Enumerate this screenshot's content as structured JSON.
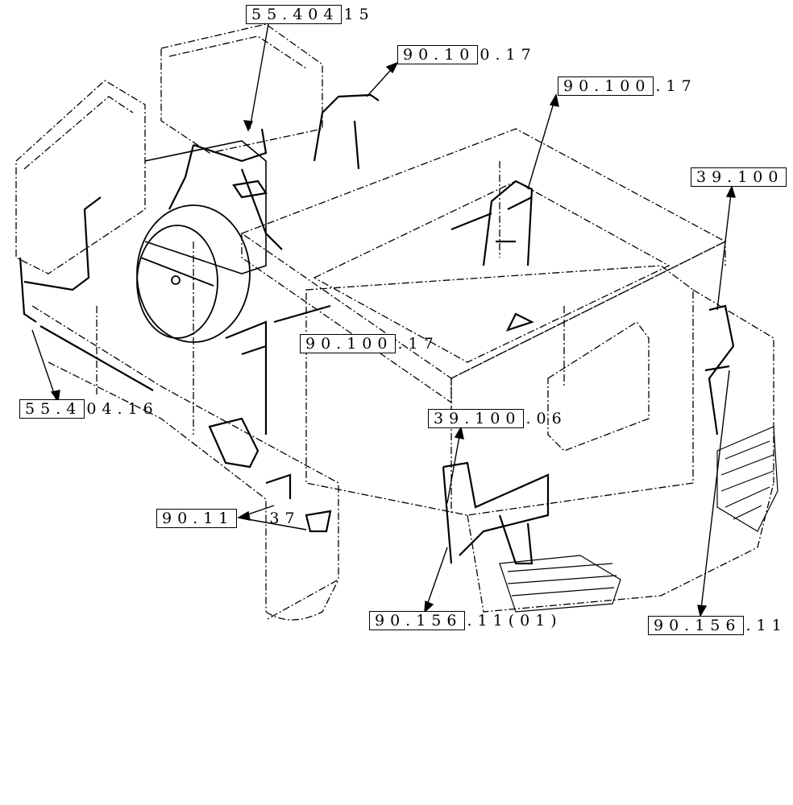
{
  "callouts": [
    {
      "id": "c1",
      "boxed": "55.404",
      "suffix": "15"
    },
    {
      "id": "c2",
      "boxed": "90.10",
      "suffix": "0.17"
    },
    {
      "id": "c3",
      "boxed": "90.100",
      "suffix": ".17"
    },
    {
      "id": "c4",
      "boxed": "39.100",
      "suffix": ""
    },
    {
      "id": "c5",
      "boxed": "90.100",
      "suffix": ".17"
    },
    {
      "id": "c6",
      "boxed": "39.100",
      "suffix": ".06"
    },
    {
      "id": "c7",
      "boxed": "55.4",
      "suffix": "04.16"
    },
    {
      "id": "c8",
      "boxed": "90.11",
      "suffix": "37"
    },
    {
      "id": "c9",
      "boxed": "90.156",
      "suffix": ".11(01)"
    },
    {
      "id": "c10",
      "boxed": "90.156",
      "suffix": ".11"
    }
  ]
}
